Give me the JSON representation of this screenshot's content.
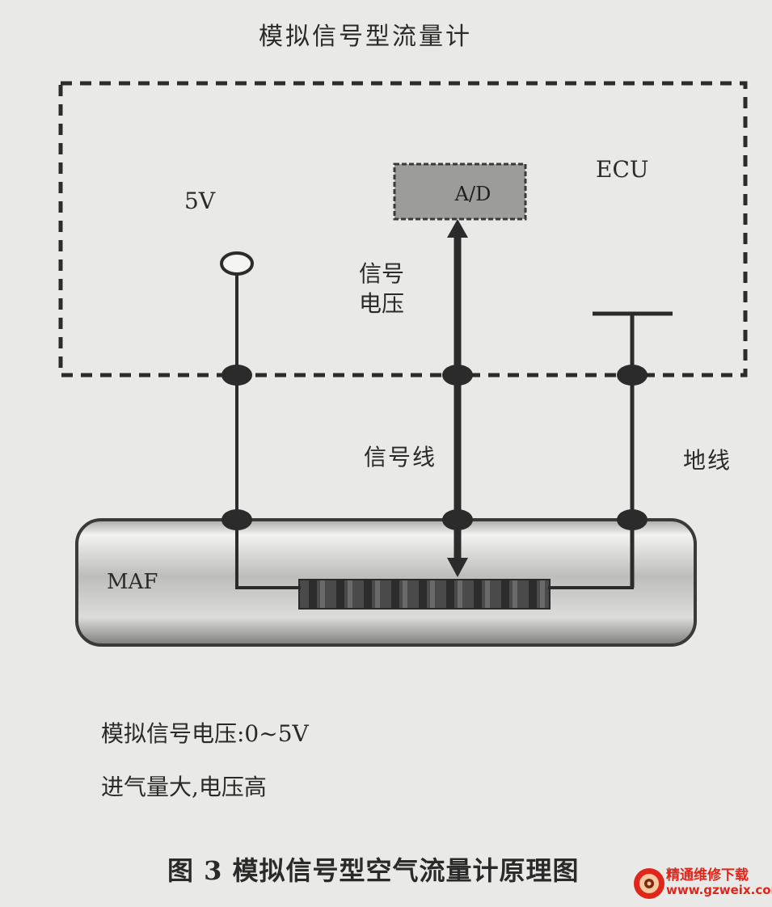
{
  "diagram": {
    "title": "模拟信号型流量计",
    "ecu_label": "ECU",
    "supply_label": "5V",
    "ad_label": "A/D",
    "signal_voltage_line1": "信号",
    "signal_voltage_line2": "电压",
    "signal_wire_label": "信号线",
    "ground_wire_label": "地线",
    "maf_label": "MAF",
    "note_voltage_range": "模拟信号电压:0~5V",
    "note_relation": "进气量大,电压高",
    "caption": "图 3    模拟信号型空气流量计原理图"
  },
  "watermark": {
    "name": "精通维修下载",
    "url": "www.gzweix.com",
    "color": "#e0261b"
  }
}
